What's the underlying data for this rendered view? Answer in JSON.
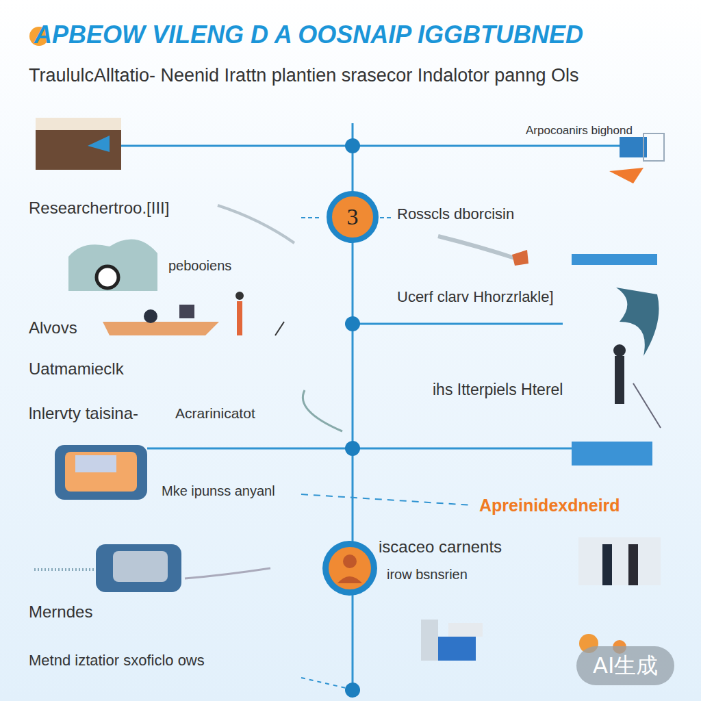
{
  "diagram": {
    "title": "APBEOW VILENG D A OOSNAIP IGGBTUBNED",
    "nodes": [
      {
        "text": [
          "3"
        ]
      }
    ],
    "labels": [
      "TraululcAlltatio- Neenid Irattn plantien srasecor Indalotor panng Ols",
      "Arpocoanirs bighond",
      "Researchertroo.[III]",
      "Rosscls dborcisin",
      "pebooiens",
      "Ucerf clarv Hhorzrlakle]",
      "Alvovs",
      "Uatmamieclk",
      "lnlervty taisina-",
      "Acrarinicatot",
      "ihs Itterpiels Hterel",
      "Mke ipunss anyanl",
      "Apreinidexdneird",
      "iscaceo carnents",
      "irow bsnsrien",
      "Merndes",
      "Metnd iztatior sxoficlo ows",
      "AI生成"
    ]
  }
}
